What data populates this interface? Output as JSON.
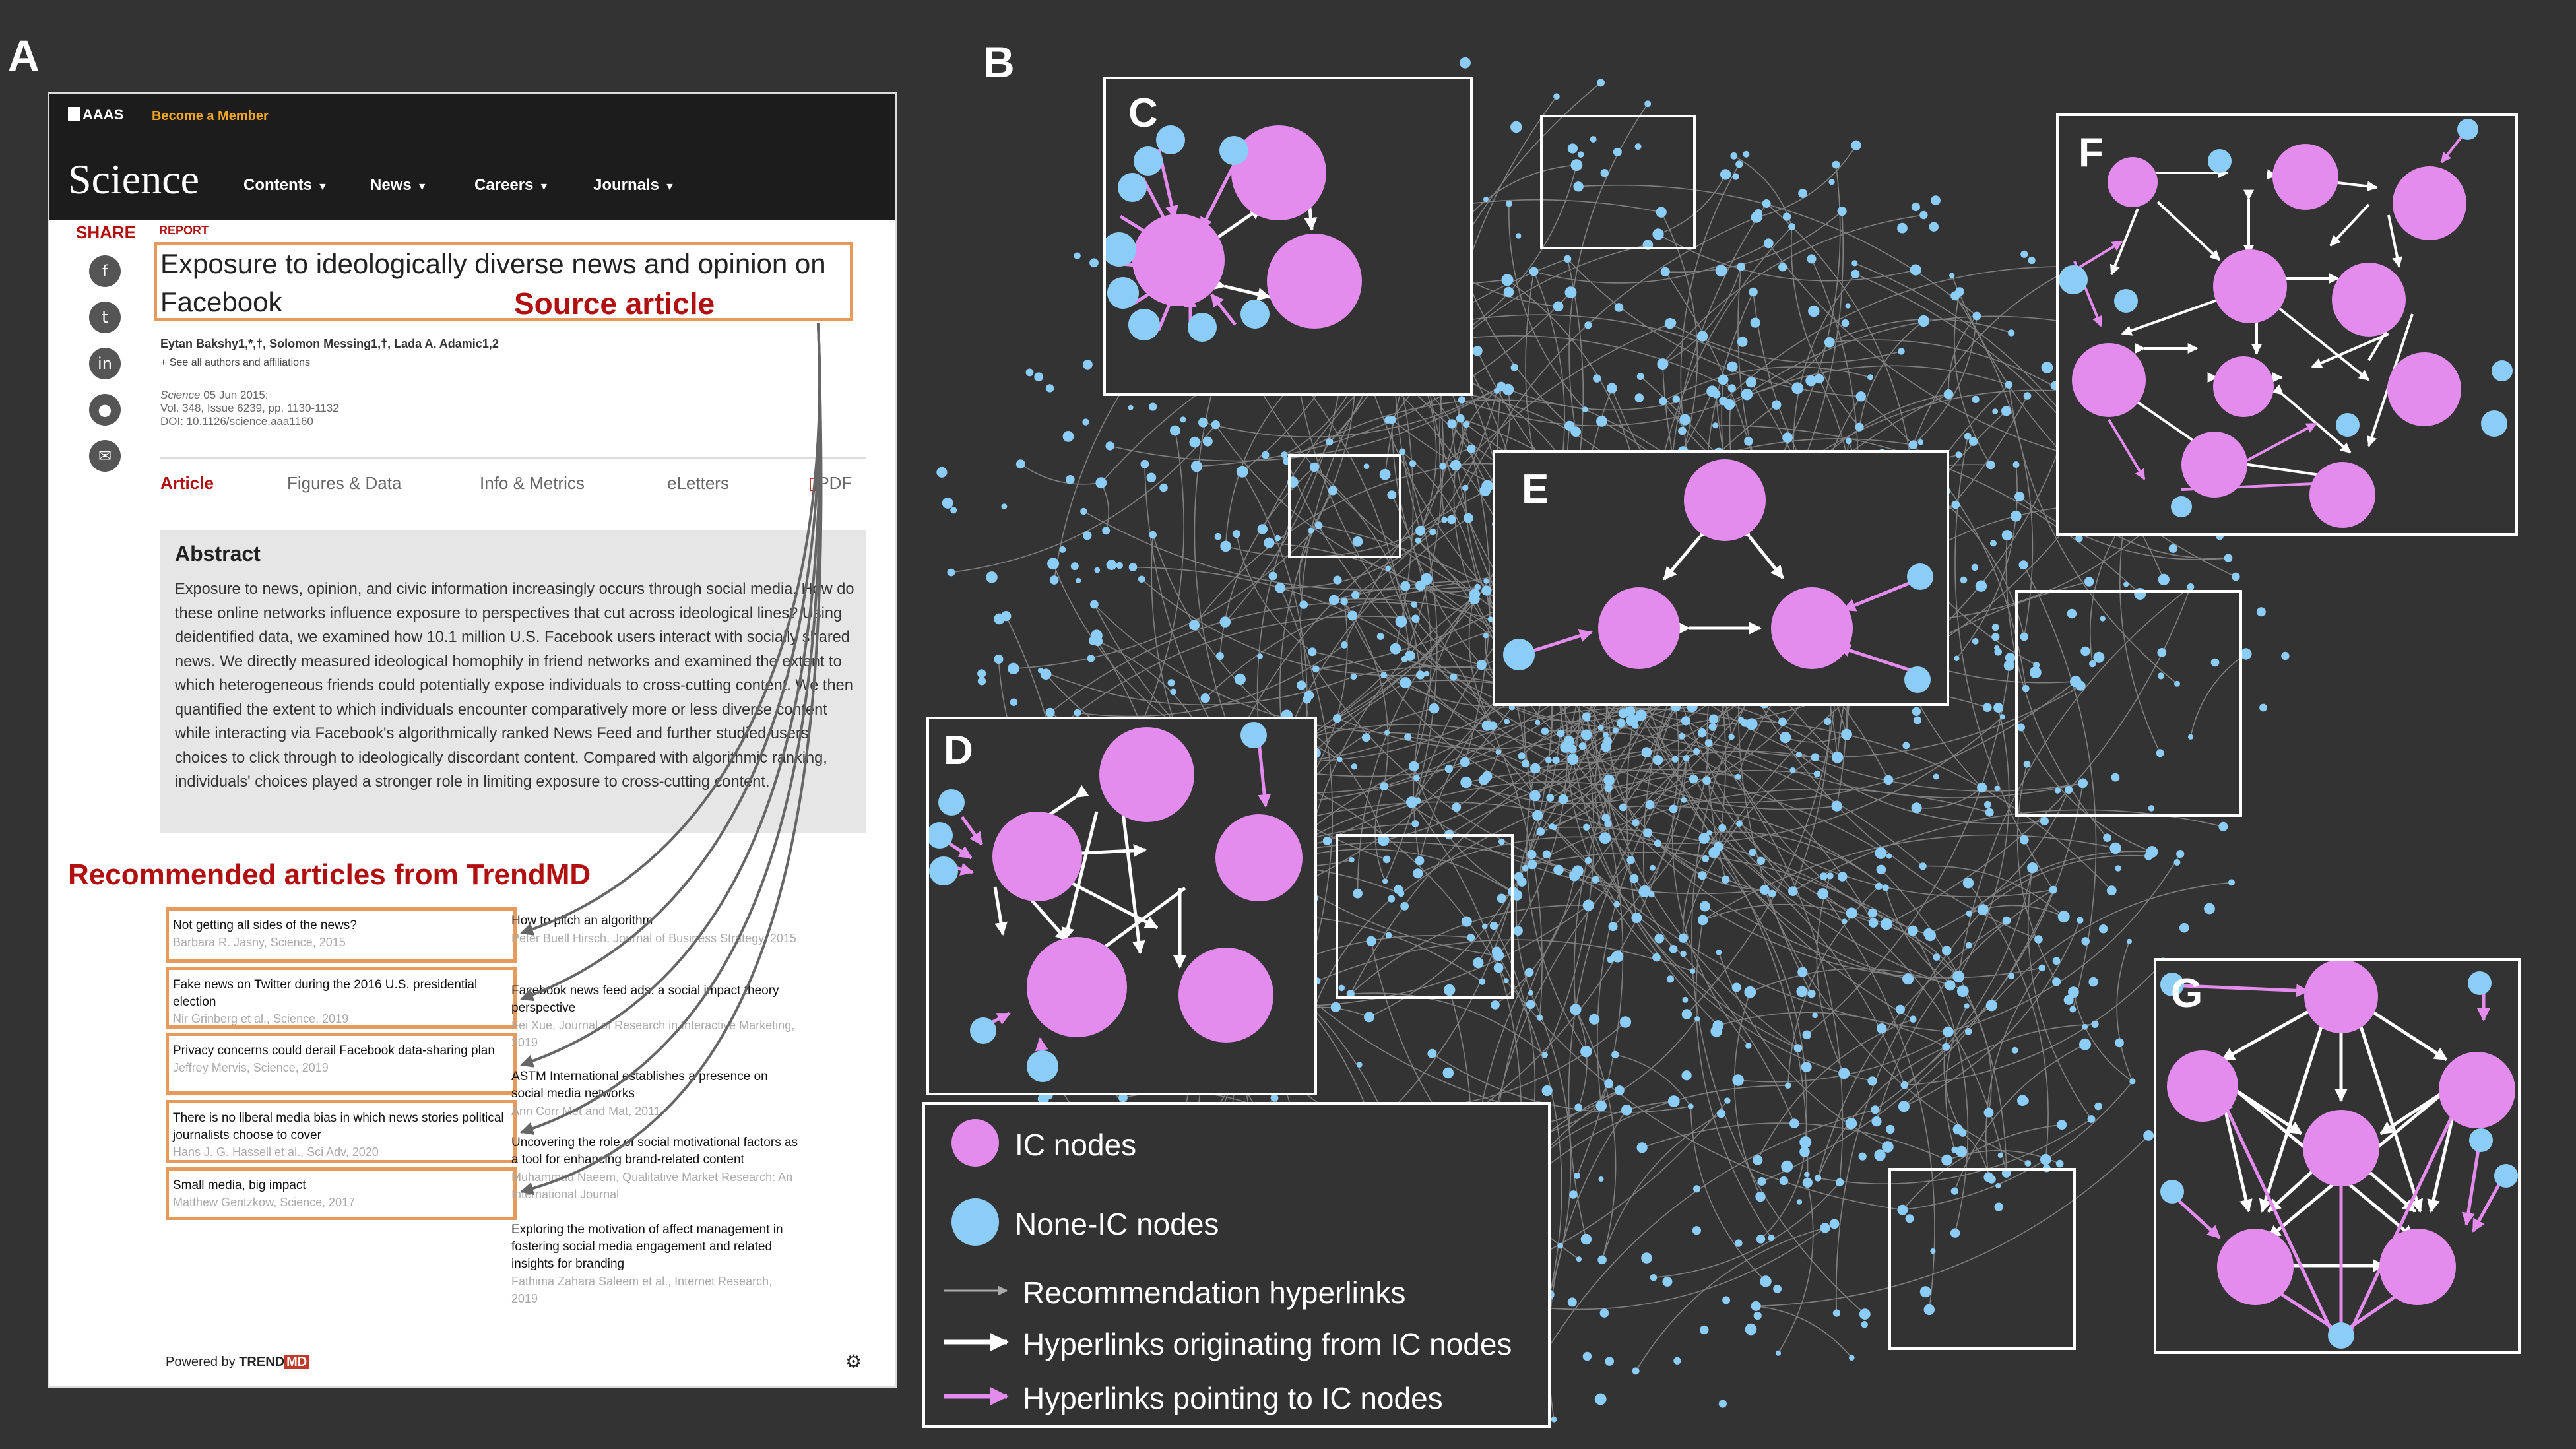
{
  "panels": {
    "a": "A",
    "b": "B",
    "c": "C",
    "d": "D",
    "e": "E",
    "f": "F",
    "g": "G"
  },
  "colors": {
    "ic_node": "#e38ced",
    "non_ic_node": "#8ccdf7",
    "source_box": "#e69a5c",
    "annotation": "#b01010",
    "background": "#333333"
  },
  "article": {
    "org": "AAAS",
    "member_link": "Become a Member",
    "journal": "Science",
    "nav": [
      "Contents",
      "News",
      "Careers",
      "Journals"
    ],
    "share_label": "SHARE",
    "report_label": "REPORT",
    "title": "Exposure to ideologically diverse news and opinion on Facebook",
    "authors": "Eytan Bakshy1,*,†, Solomon Messing1,†, Lada A. Adamic1,2",
    "authors_link": "+ See all authors and affiliations",
    "pub_journal": "Science",
    "pub_date": "05 Jun 2015:",
    "volume": "Vol. 348, Issue 6239, pp. 1130-1132",
    "doi": "DOI: 10.1126/science.aaa1160",
    "tabs": [
      "Article",
      "Figures & Data",
      "Info & Metrics",
      "eLetters",
      "PDF"
    ],
    "abstract_title": "Abstract",
    "abstract_body": "Exposure to news, opinion, and civic information increasingly occurs through social media. How do these online networks influence exposure to perspectives that cut across ideological lines? Using deidentified data, we examined how 10.1 million U.S. Facebook users interact with socially shared news. We directly measured ideological homophily in friend networks and examined the extent to which heterogeneous friends could potentially expose individuals to cross-cutting content. We then quantified the extent to which individuals encounter comparatively more or less diverse content while interacting via Facebook's algorithmically ranked News Feed and further studied users' choices to click through to ideologically discordant content. Compared with algorithmic ranking, individuals' choices played a stronger role in limiting exposure to cross-cutting content.",
    "source_annotation": "Source article",
    "recommended_annotation": "Recommended articles from TrendMD",
    "recommended_left": [
      {
        "title": "Not getting all sides of the news?",
        "meta": "Barbara R. Jasny, Science, 2015"
      },
      {
        "title": "Fake news on Twitter during the 2016 U.S. presidential election",
        "meta": "Nir Grinberg et al., Science, 2019"
      },
      {
        "title": "Privacy concerns could derail Facebook data-sharing plan",
        "meta": "Jeffrey Mervis, Science, 2019"
      },
      {
        "title": "There is no liberal media bias in which news stories political journalists choose to cover",
        "meta": "Hans J. G. Hassell et al., Sci Adv, 2020"
      },
      {
        "title": "Small media, big impact",
        "meta": "Matthew Gentzkow, Science, 2017"
      }
    ],
    "recommended_right": [
      {
        "title": "How to pitch an algorithm",
        "meta": "Peter Buell Hirsch, Journal of Business Strategy, 2015"
      },
      {
        "title": "Facebook news feed ads: a social impact theory perspective",
        "meta": "Fei Xue, Journal of Research in Interactive Marketing, 2019"
      },
      {
        "title": "ASTM International establishes a presence on social media networks",
        "meta": "Ann Corr Met and Mat, 2011"
      },
      {
        "title": "Uncovering the role of social motivational factors as a tool for enhancing brand-related content",
        "meta": "Muhammad Naeem, Qualitative Market Research: An International Journal"
      },
      {
        "title": "Exploring the motivation of affect management in fostering social media engagement and related insights for branding",
        "meta": "Fathima Zahara Saleem et al., Internet Research, 2019"
      }
    ],
    "powered_by": "Powered by",
    "trend": "TREND",
    "md": "MD"
  },
  "legend": {
    "ic": "IC nodes",
    "non_ic": "None-IC nodes",
    "recommendation": "Recommendation hyperlinks",
    "from_ic": "Hyperlinks originating from IC nodes",
    "to_ic": "Hyperlinks pointing to IC nodes"
  }
}
